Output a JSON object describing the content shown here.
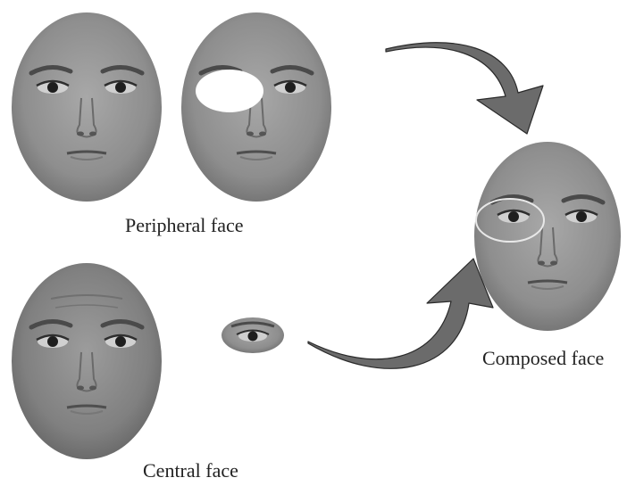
{
  "labels": {
    "peripheral": "Peripheral face",
    "composed": "Composed face",
    "central": "Central face"
  },
  "colors": {
    "background": "#ffffff",
    "face_skin": "#9a9a9a",
    "arrow_fill": "#6b6b6b",
    "arrow_stroke": "#2a2a2a",
    "eye_region_outline": "#e8e8e8"
  },
  "icons": [
    "face-image",
    "eye-patch",
    "blank-eye-region",
    "curved-arrow"
  ]
}
